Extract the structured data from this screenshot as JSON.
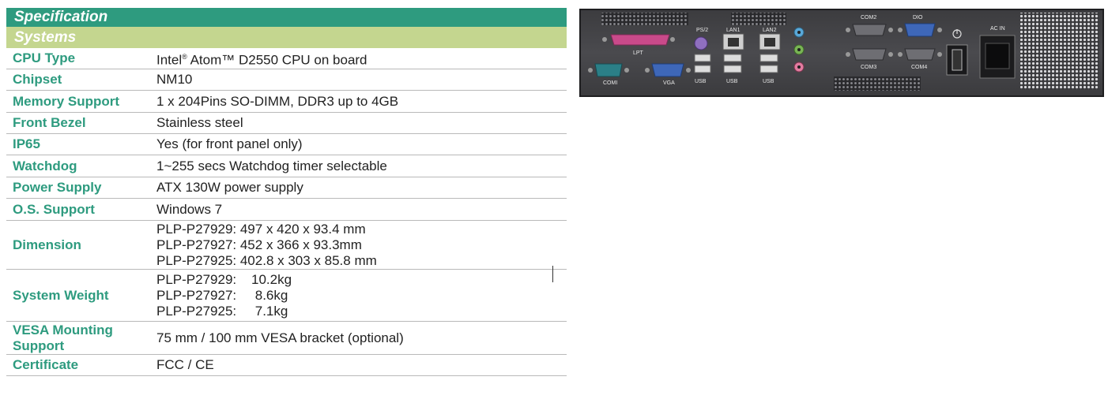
{
  "spec": {
    "title": "Specification",
    "section": "Systems",
    "rows": [
      {
        "label": "CPU Type",
        "lines": [
          "Intel® Atom™ D2550 CPU on board"
        ]
      },
      {
        "label": "Chipset",
        "lines": [
          "NM10"
        ]
      },
      {
        "label": "Memory Support",
        "lines": [
          "1 x 204Pins SO-DIMM, DDR3 up to 4GB"
        ]
      },
      {
        "label": "Front Bezel",
        "lines": [
          "Stainless steel"
        ]
      },
      {
        "label": "IP65",
        "lines": [
          "Yes (for front panel only)"
        ]
      },
      {
        "label": "Watchdog",
        "lines": [
          "1~255 secs Watchdog timer selectable"
        ]
      },
      {
        "label": "Power Supply",
        "lines": [
          "ATX 130W power supply"
        ]
      },
      {
        "label": "O.S. Support",
        "lines": [
          "Windows 7"
        ]
      },
      {
        "label": "Dimension",
        "lines": [
          "PLP-P27929: 497 x 420 x 93.4 mm",
          "PLP-P27927: 452 x 366 x 93.3mm",
          "PLP-P27925: 402.8 x 303 x 85.8 mm"
        ]
      },
      {
        "label": "System Weight",
        "lines": [
          "PLP-P27929:    10.2kg",
          "PLP-P27927:     8.6kg",
          "PLP-P27925:     7.1kg"
        ]
      },
      {
        "label": "VESA Mounting Support",
        "lines": [
          "75 mm / 100 mm VESA bracket (optional)"
        ]
      },
      {
        "label": "Certificate",
        "lines": [
          "FCC / CE"
        ]
      }
    ]
  },
  "panel": {
    "labels": {
      "ps2": "PS/2",
      "lan1": "LAN1",
      "lan2": "LAN2",
      "lpt": "LPT",
      "com1": "COMI",
      "vga": "VGA",
      "usb1": "USB",
      "usb2": "USB",
      "usb3": "USB",
      "com2": "COM2",
      "dio": "DIO",
      "com3": "COM3",
      "com4": "COM4",
      "ac_in": "AC  IN"
    }
  }
}
